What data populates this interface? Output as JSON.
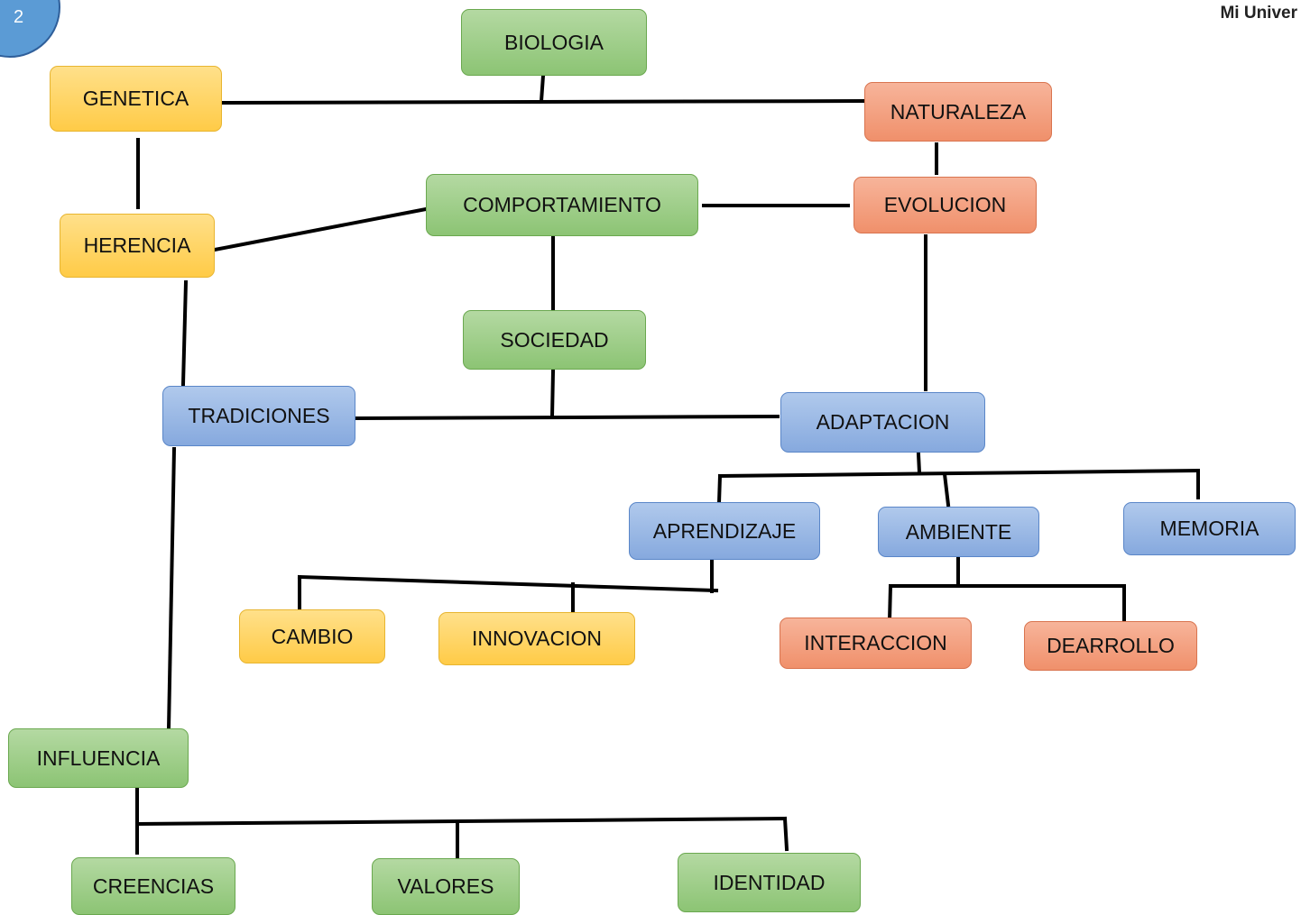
{
  "header": {
    "page_number": "2",
    "brand": "Mi Univer"
  },
  "nodes": {
    "biologia": "BIOLOGIA",
    "genetica": "GENETICA",
    "naturaleza": "NATURALEZA",
    "herencia": "HERENCIA",
    "comportamiento": "COMPORTAMIENTO",
    "evolucion": "EVOLUCION",
    "sociedad": "SOCIEDAD",
    "tradiciones": "TRADICIONES",
    "adaptacion": "ADAPTACION",
    "aprendizaje": "APRENDIZAJE",
    "ambiente": "AMBIENTE",
    "memoria": "MEMORIA",
    "cambio": "CAMBIO",
    "innovacion": "INNOVACION",
    "interaccion": "INTERACCION",
    "dearrollo": "DEARROLLO",
    "influencia": "INFLUENCIA",
    "creencias": "CREENCIAS",
    "valores": "VALORES",
    "identidad": "IDENTIDAD"
  },
  "colors": {
    "green": "#8cc474",
    "yellow": "#ffcb47",
    "orange": "#f0906b",
    "blue": "#86a9de",
    "badge": "#5b9bd5"
  }
}
